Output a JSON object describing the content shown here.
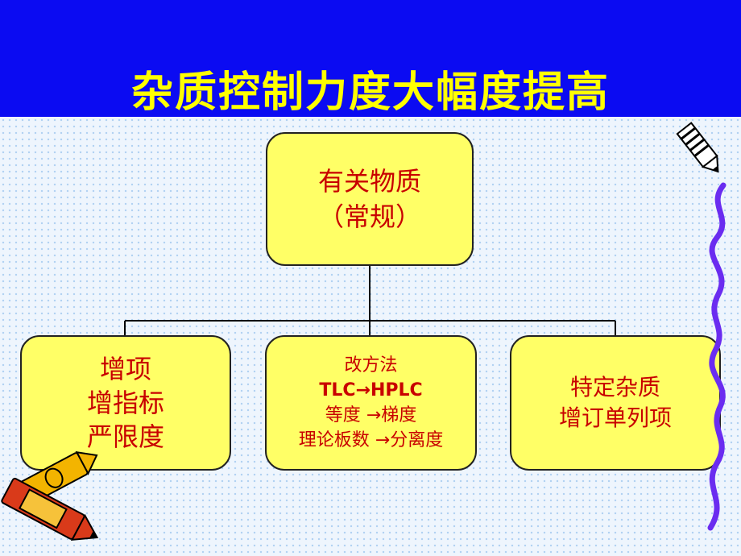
{
  "slide": {
    "title": "杂质控制力度大幅度提高"
  },
  "diagram": {
    "root": {
      "line1": "有关物质",
      "line2": "（常规）"
    },
    "children": [
      {
        "lines": [
          "增项",
          "增指标",
          "严限度"
        ]
      },
      {
        "lines": [
          "改方法",
          "TLC→HPLC",
          "等度 →梯度",
          "理论板数 →分离度"
        ]
      },
      {
        "lines": [
          "特定杂质",
          "增订单列项"
        ]
      }
    ]
  },
  "colors": {
    "header_bg": "#0b0bf2",
    "title": "#ffff00",
    "node_fill": "#ffff66",
    "node_text": "#c80000",
    "background": "#eef5fd"
  },
  "icons": [
    "pencil-icon",
    "crayon-icon",
    "squiggle-line-icon"
  ]
}
